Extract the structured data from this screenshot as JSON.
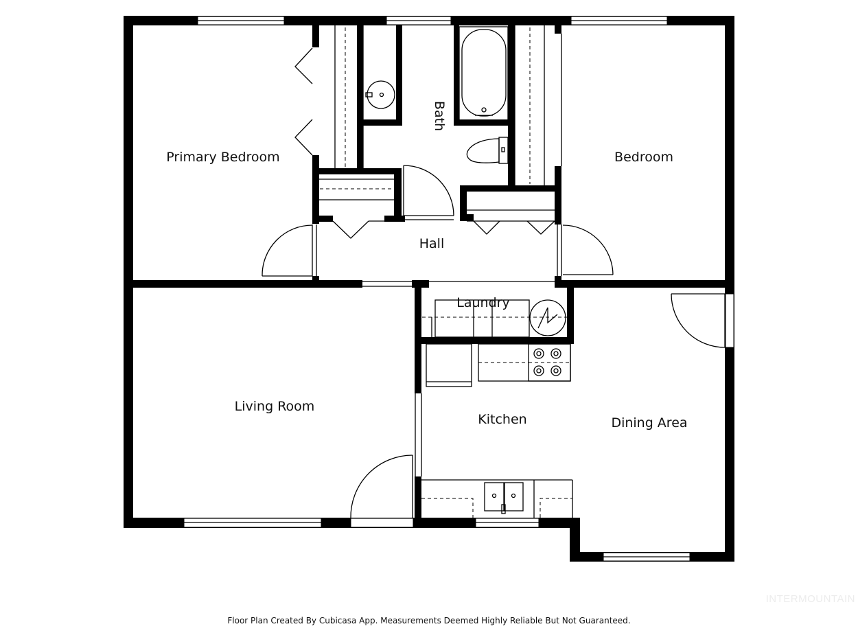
{
  "rooms": {
    "primary_bedroom": "Primary Bedroom",
    "bath": "Bath",
    "bedroom": "Bedroom",
    "hall": "Hall",
    "laundry": "Laundry",
    "living_room": "Living Room",
    "kitchen": "Kitchen",
    "dining_area": "Dining Area"
  },
  "footer_text": "Floor Plan Created By Cubicasa App. Measurements Deemed Highly Reliable But Not Guaranteed.",
  "watermark_text": "INTERMOUNTAIN",
  "colors": {
    "wall": "#000000",
    "background": "#ffffff",
    "watermark": "#ececec"
  }
}
